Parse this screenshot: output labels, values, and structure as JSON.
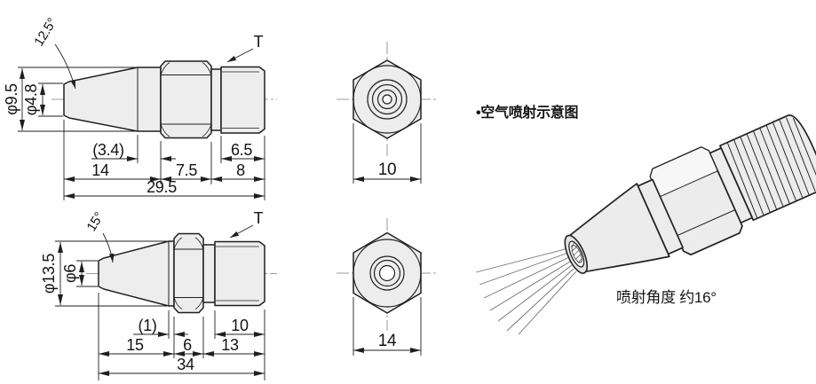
{
  "figure": {
    "background": "#ffffff",
    "line_color": "#1f1f1f",
    "fill_color": "#ededed",
    "centerline_color": "#9b9b9b"
  },
  "views": {
    "top_side": {
      "taper_angle": "12.5°",
      "outer_dia": "φ9.5",
      "tip_dia": "φ4.8",
      "thread_label": "T",
      "dim_ref": "(3.4)",
      "dim_nose": "14",
      "dim_hex": "7.5",
      "dim_rear": "8",
      "dim_thread": "6.5",
      "dim_total": "29.5"
    },
    "top_end": {
      "dim_flats": "10"
    },
    "bottom_side": {
      "taper_angle": "15°",
      "outer_dia": "φ13.5",
      "tip_dia": "φ6",
      "thread_label": "T",
      "dim_ref": "(1)",
      "dim_nose": "15",
      "dim_hex": "6",
      "dim_rear": "13",
      "dim_thread": "10",
      "dim_total": "34"
    },
    "bottom_end": {
      "dim_flats": "14"
    },
    "spray_illustration": {
      "heading": "•空气喷射示意图",
      "caption": "喷射角度 约16°"
    }
  }
}
